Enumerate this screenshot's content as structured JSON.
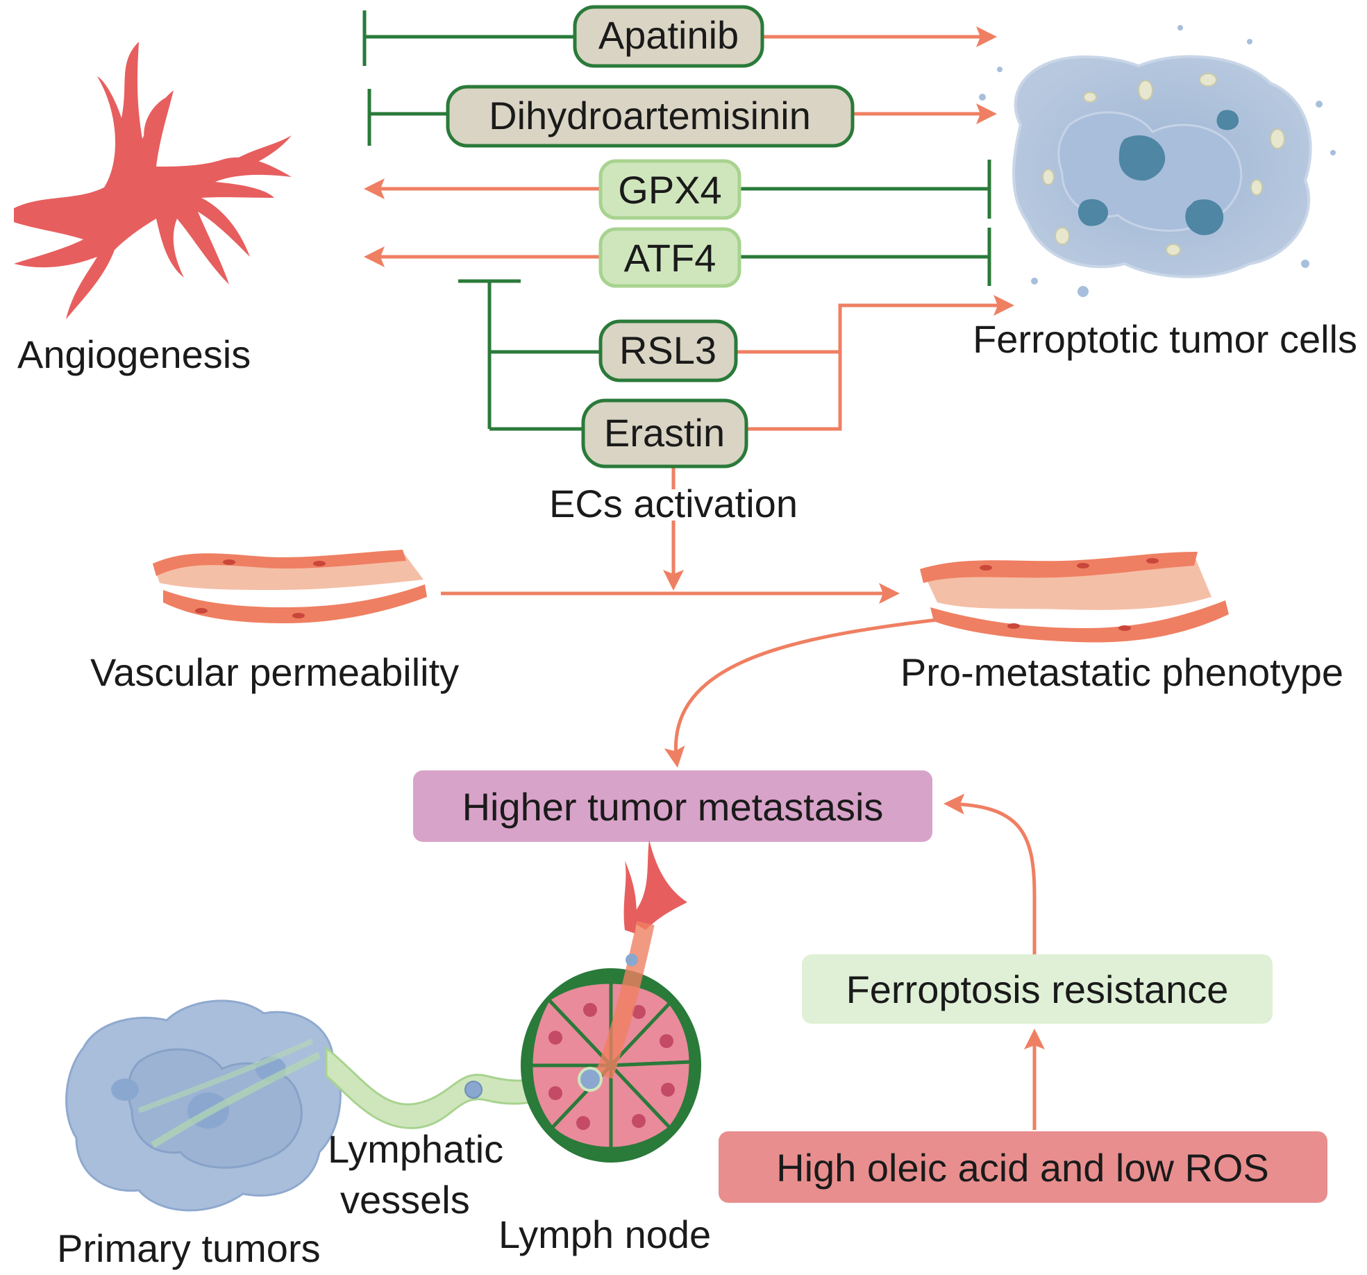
{
  "drugs": {
    "apatinib": "Apatinib",
    "dihydroartemisinin": "Dihydroartemisinin",
    "gpx4": "GPX4",
    "atf4": "ATF4",
    "rsl3": "RSL3",
    "erastin": "Erastin"
  },
  "labels": {
    "angiogenesis": "Angiogenesis",
    "ferroptotic_tumor_cells": "Ferroptotic tumor cells",
    "ecs_activation": "ECs activation",
    "vascular_permeability": "Vascular permeability",
    "pro_metastatic_phenotype": "Pro-metastatic phenotype",
    "higher_tumor_metastasis": "Higher tumor metastasis",
    "ferroptosis_resistance": "Ferroptosis resistance",
    "high_oleic_acid": "High oleic acid and low ROS",
    "lymphatic": "Lymphatic",
    "vessels": "vessels",
    "lymph_node": "Lymph node",
    "primary_tumors": "Primary tumors"
  },
  "colors": {
    "activation": "#ef7f62",
    "inhibition": "#2a7a3a",
    "drug_box_fill": "#d9d4c3",
    "protein_box_fill": "#cfe6bd",
    "metastasis_box": "#d8a3c9",
    "resistance_box": "#dff0d6",
    "oleic_box": "#e88e8e",
    "angiogenesis_red": "#e75e5e"
  }
}
